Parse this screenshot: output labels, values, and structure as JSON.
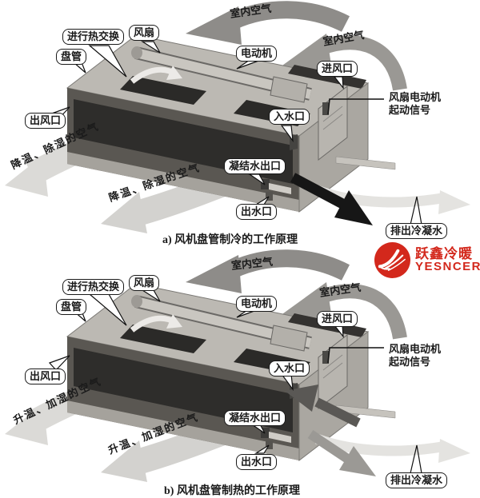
{
  "colors": {
    "brand_red": "#d3281c",
    "text_black": "#1a1a1a",
    "intake_arrow_gray": "#8e8c89",
    "exit_arrow_light_gray": "#dbdad7",
    "cold_water_out_arrow_black": "#161616",
    "hot_water_in_arrow_dark_gray": "#5a5855",
    "water_out_arrow_gray": "#9b9995",
    "condensate_arrow_pale_gray": "#e4e3e0",
    "unit_body_gray": "#bcb9b3"
  },
  "logo": {
    "name_cn": "跃鑫冷暖",
    "name_en": "YESNCER"
  },
  "diagrams": [
    {
      "caption": "a) 风机盘管制冷的工作原理",
      "labels": {
        "indoor_air_1": "室内空气",
        "indoor_air_2": "室内空气",
        "heat_exchange": "进行热交换",
        "fan": "风扇",
        "coil": "盘管",
        "motor": "电动机",
        "air_inlet": "进风口",
        "air_outlet": "出风口",
        "water_inlet": "入水口",
        "condensate_outlet": "凝结水出口",
        "water_outlet": "出水口",
        "drain_condensate": "排出冷凝水",
        "signal_line1": "风扇电动机",
        "signal_line2": "起动信号",
        "treated_air_1": "降温、除湿的空气",
        "treated_air_2": "降温、除湿的空气"
      }
    },
    {
      "caption": "b) 风机盘管制热的工作原理",
      "labels": {
        "indoor_air_1": "室内空气",
        "indoor_air_2": "室内空气",
        "heat_exchange": "进行热交换",
        "fan": "风扇",
        "coil": "盘管",
        "motor": "电动机",
        "air_inlet": "进风口",
        "air_outlet": "出风口",
        "water_inlet": "入水口",
        "condensate_outlet": "凝结水出口",
        "water_outlet": "出水口",
        "drain_condensate": "排出冷凝水",
        "signal_line1": "风扇电动机",
        "signal_line2": "起动信号",
        "treated_air_1": "升温、加湿的空气",
        "treated_air_2": "升温、加湿的空气"
      }
    }
  ]
}
